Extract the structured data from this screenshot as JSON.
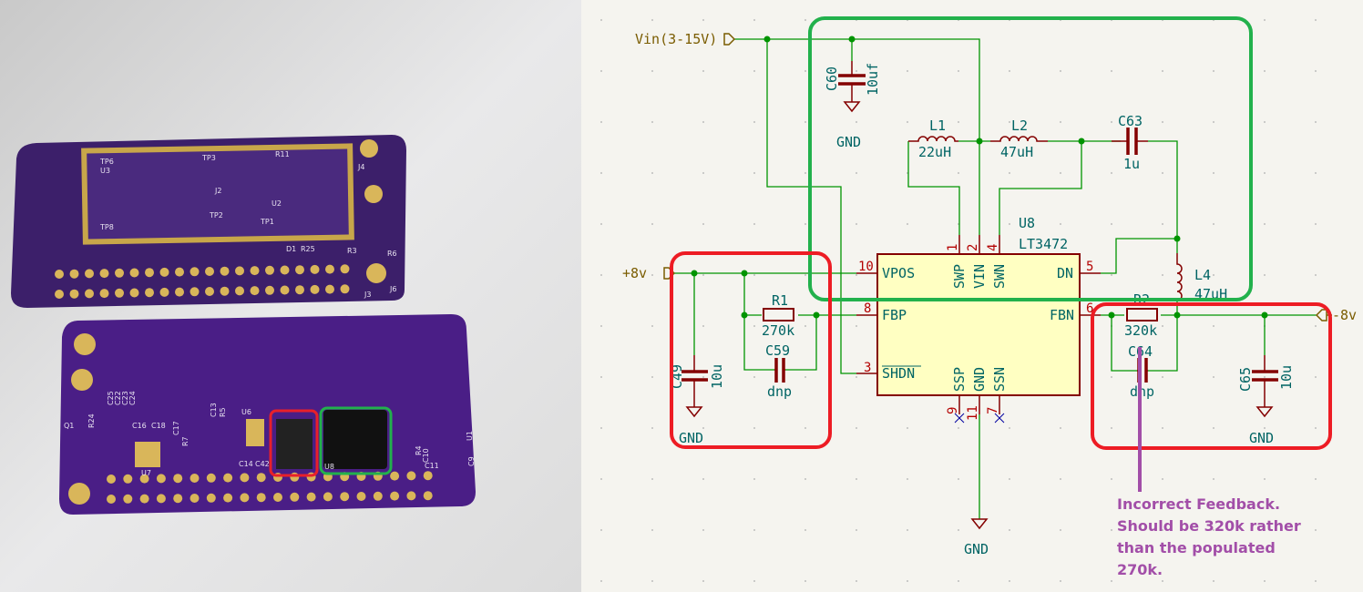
{
  "photo": {
    "silkscreen": [
      "U8",
      "U6",
      "U7",
      "Q1",
      "R24",
      "C16",
      "C18",
      "C17",
      "R7",
      "C13",
      "R5",
      "C42",
      "C14",
      "C25",
      "C22",
      "C23",
      "C24",
      "U1",
      "C9",
      "C11",
      "C10",
      "R4",
      "TP1",
      "TP2",
      "TP3",
      "TP6",
      "TP8",
      "U2",
      "U3",
      "J2",
      "J3",
      "J4",
      "J6",
      "R11",
      "R3",
      "R6",
      "R25",
      "D1"
    ],
    "highlight_colors": {
      "problem": "#e8202a",
      "converter": "#22b14c"
    }
  },
  "schematic": {
    "colors": {
      "wire": "#009400",
      "device": "#840000",
      "text": "#006464",
      "pin_number": "#b40000",
      "label": "#7a5c00",
      "ic_fill": "#ffffc2",
      "note": "#a24ea8"
    },
    "vin_label": "Vin(3-15V)",
    "pos_label": "+8v",
    "neg_label": "-8v",
    "c60": {
      "ref": "C60",
      "value": "10uf",
      "gnd": "GND"
    },
    "l1": {
      "ref": "L1",
      "value": "22uH"
    },
    "l2": {
      "ref": "L2",
      "value": "47uH"
    },
    "c63": {
      "ref": "C63",
      "value": "1u"
    },
    "l4": {
      "ref": "L4",
      "value": "47uH"
    },
    "u8": {
      "ref": "U8",
      "part": "LT3472",
      "pins": {
        "vpos": {
          "num": "10",
          "name": "VPOS"
        },
        "fbp": {
          "num": "8",
          "name": "FBP"
        },
        "shdn": {
          "num": "3",
          "name": "SHDN"
        },
        "swp": {
          "num": "1",
          "name": "SWP"
        },
        "vin": {
          "num": "2",
          "name": "VIN"
        },
        "swn": {
          "num": "4",
          "name": "SWN"
        },
        "dn": {
          "num": "5",
          "name": "DN"
        },
        "fbn": {
          "num": "6",
          "name": "FBN"
        },
        "ssp": {
          "num": "9",
          "name": "SSP"
        },
        "gnd": {
          "num": "11",
          "name": "GND"
        },
        "ssn": {
          "num": "7",
          "name": "SSN"
        }
      },
      "gnd": "GND"
    },
    "c49": {
      "ref": "C49",
      "value": "10u",
      "gnd": "GND"
    },
    "r1": {
      "ref": "R1",
      "value": "270k"
    },
    "c59": {
      "ref": "C59",
      "value": "dnp"
    },
    "r2": {
      "ref": "R2",
      "value": "320k"
    },
    "c64": {
      "ref": "C64",
      "value": "dnp"
    },
    "c65": {
      "ref": "C65",
      "value": "10u",
      "gnd": "GND"
    },
    "annotation": [
      "Incorrect Feedback.",
      "Should be 320k rather",
      "than the populated",
      "270k."
    ]
  }
}
